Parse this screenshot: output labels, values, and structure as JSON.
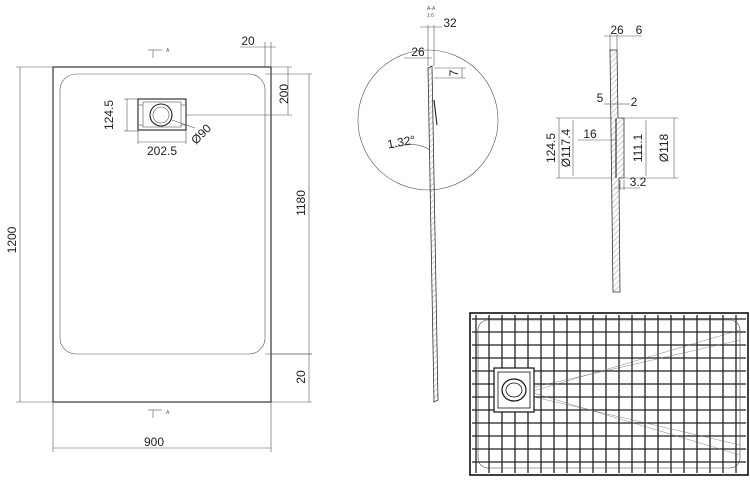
{
  "top_view": {
    "width": "900",
    "length": "1200",
    "inner_length": "1180",
    "edge_top": "20",
    "edge_bottom": "20",
    "drain_offset": "200",
    "drain_width": "202.5",
    "drain_height": "124.5",
    "drain_diameter": "Ø90",
    "section_marks": [
      "A",
      "A"
    ]
  },
  "side_section": {
    "thickness_total": "32",
    "thickness_edge": "26",
    "lip": "7",
    "slope": "1.32°",
    "small_marks": [
      "A-A",
      "1:6"
    ]
  },
  "drain_detail": {
    "top_a": "26",
    "top_b": "6",
    "step_a": "5",
    "step_b": "2",
    "outer_height": "124.5",
    "outer_diameter": "Ø117.4",
    "inner_depth": "16",
    "inner_height": "111.1",
    "inner_diameter": "Ø118",
    "wall": "3.2"
  },
  "colors": {
    "line": "#222222",
    "hatch": "#888888",
    "grid_fill": "#ffffff"
  }
}
